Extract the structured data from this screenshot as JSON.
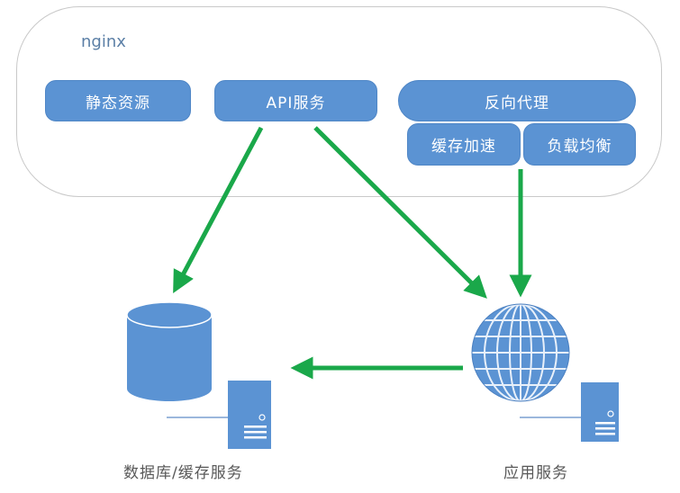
{
  "container": {
    "title": "nginx"
  },
  "modules": {
    "static": "静态资源",
    "api": "API服务",
    "proxy": "反向代理",
    "cache": "缓存加速",
    "balance": "负载均衡"
  },
  "nodes": {
    "database": {
      "label": "数据库/缓存服务",
      "icon": "database-icon"
    },
    "app": {
      "label": "应用服务",
      "icon": "globe-icon"
    }
  },
  "colors": {
    "box": "#5b93d3",
    "arrow": "#1aa84a",
    "border": "#c9c9c9",
    "title": "#5b7fa6"
  }
}
